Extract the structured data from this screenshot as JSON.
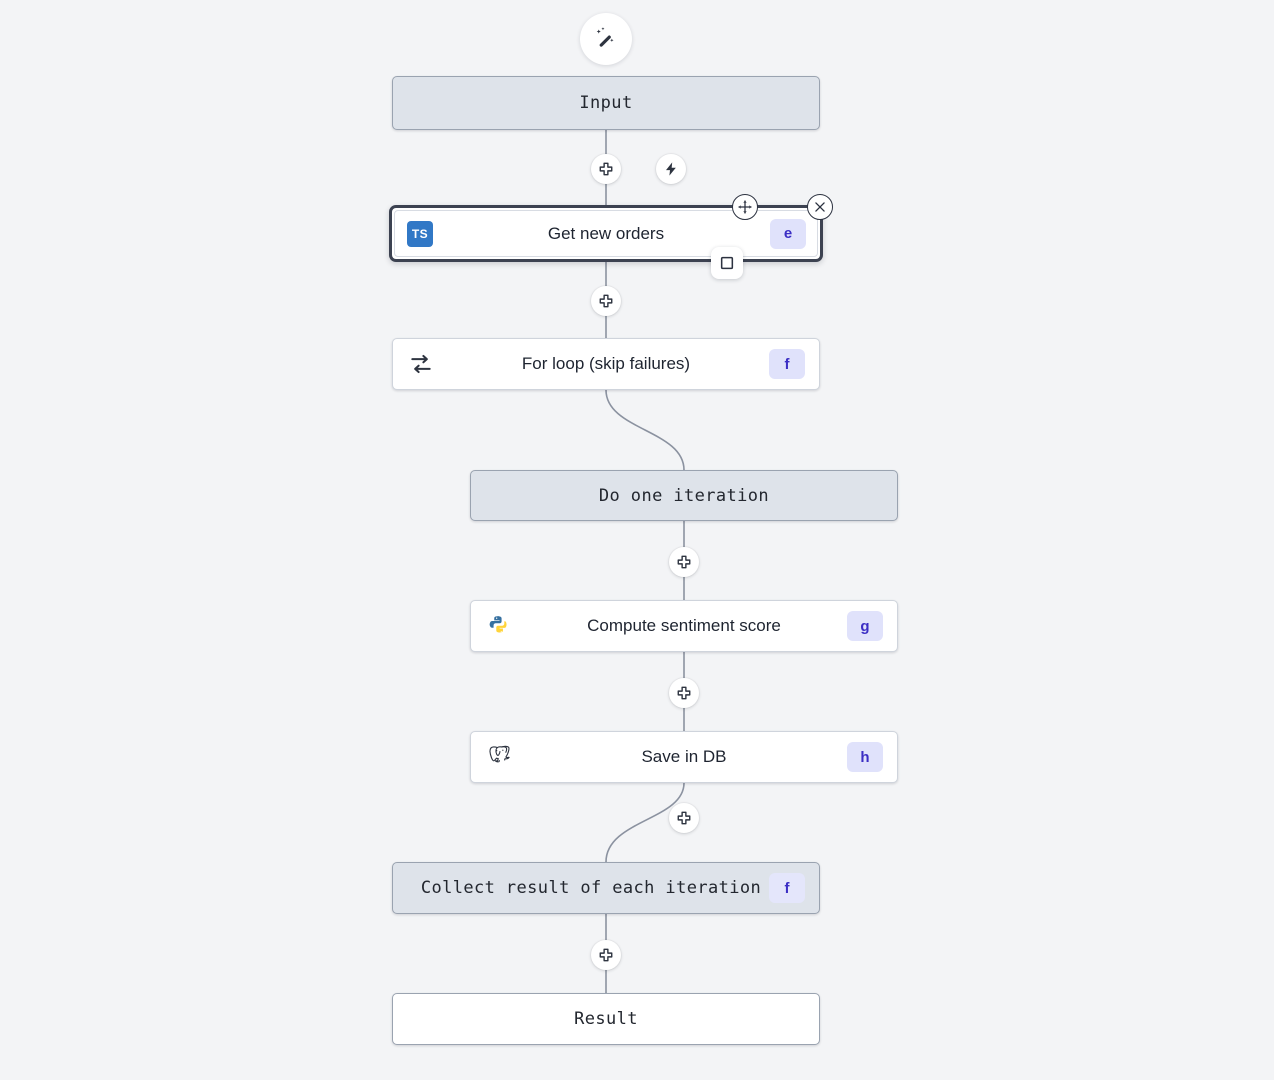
{
  "canvas": {
    "background_color": "#f3f4f6",
    "accent_badge_bg": "#e0e2fb",
    "accent_badge_text": "#3b2ec4",
    "virtual_node_bg": "#dee3ea",
    "selection_color": "#3c4251"
  },
  "toolbar": {
    "wand_icon": "magic-wand-icon",
    "wand_title": "AI builder"
  },
  "nodes": [
    {
      "id": "input",
      "label": "Input",
      "type": "virtual",
      "icon": "none",
      "badge": ""
    },
    {
      "id": "a",
      "label": "Get new orders",
      "type": "module",
      "icon": "typescript-icon",
      "badge": "e"
    },
    {
      "id": "forloop",
      "label": "For loop (skip failures)",
      "type": "module",
      "icon": "loop-icon",
      "badge": "f"
    },
    {
      "id": "iter",
      "label": "Do one iteration",
      "type": "virtual",
      "icon": "none",
      "badge": ""
    },
    {
      "id": "b",
      "label": "Compute sentiment score",
      "type": "module",
      "icon": "python-icon",
      "badge": "g"
    },
    {
      "id": "c",
      "label": "Save in DB",
      "type": "module",
      "icon": "postgres-icon",
      "badge": "h"
    },
    {
      "id": "collect",
      "label": "Collect result of each iteration",
      "type": "virtual",
      "icon": "none",
      "badge": "f"
    },
    {
      "id": "result",
      "label": "Result",
      "type": "result",
      "icon": "none",
      "badge": ""
    }
  ],
  "edge_buttons": [
    {
      "id": "add-after-input",
      "icon": "plus-icon",
      "title": "Insert step"
    },
    {
      "id": "trigger-after-input",
      "icon": "lightning-icon",
      "title": "Add trigger"
    },
    {
      "id": "add-after-a",
      "icon": "plus-icon",
      "title": "Insert step"
    },
    {
      "id": "add-after-iter",
      "icon": "plus-icon",
      "title": "Insert step"
    },
    {
      "id": "add-after-b",
      "icon": "plus-icon",
      "title": "Insert step"
    },
    {
      "id": "add-after-c",
      "icon": "plus-icon",
      "title": "Insert step"
    },
    {
      "id": "add-after-collect",
      "icon": "plus-icon",
      "title": "Insert step"
    }
  ],
  "selected_node": {
    "id": "a",
    "label": "Get new orders",
    "badge": "e",
    "move_handle_icon": "move-icon",
    "close_handle_icon": "close-icon",
    "branch_handle_icon": "square-icon"
  }
}
